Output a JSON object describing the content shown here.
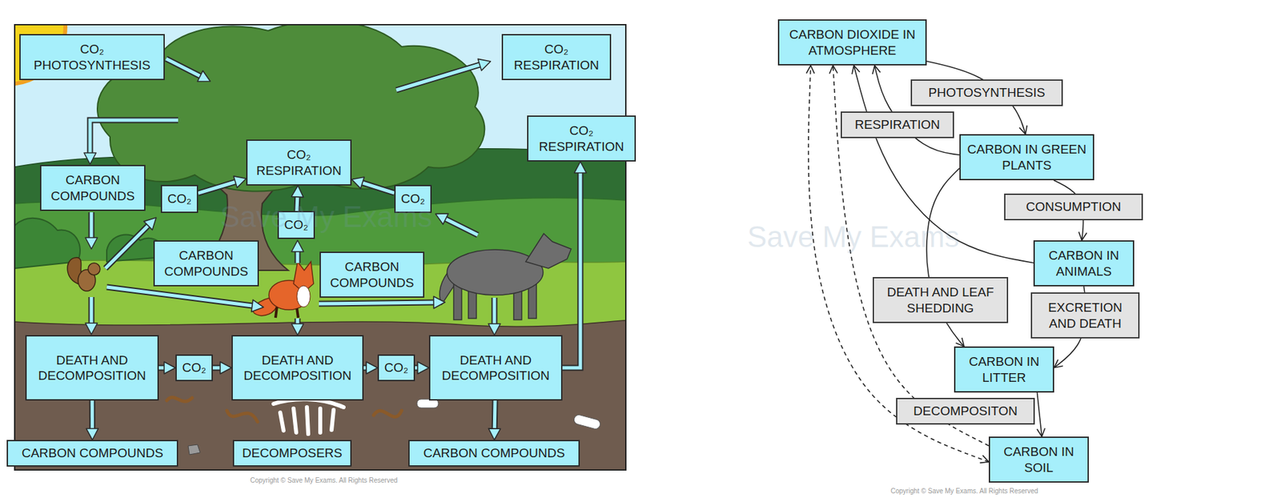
{
  "diagram": {
    "nodes": [
      {
        "text": [
          "CO₂ PHOTOSYNTHESIS"
        ]
      },
      {
        "text": [
          "CO₂ RESPIRATION"
        ]
      },
      {
        "text": [
          "CO₂ RESPIRATION"
        ]
      },
      {
        "text": [
          "CO₂ RESPIRATION"
        ]
      },
      {
        "text": [
          "CARBON COMPOUNDS"
        ]
      },
      {
        "text": [
          "CO₂"
        ]
      },
      {
        "text": [
          "CO₂"
        ]
      },
      {
        "text": [
          "CO₂"
        ]
      },
      {
        "text": [
          "CARBON COMPOUNDS"
        ]
      },
      {
        "text": [
          "CARBON COMPOUNDS"
        ]
      },
      {
        "text": [
          "DEATH AND DECOMPOSITION"
        ]
      },
      {
        "text": [
          "CO₂"
        ]
      },
      {
        "text": [
          "DEATH AND DECOMPOSITION"
        ]
      },
      {
        "text": [
          "CO₂"
        ]
      },
      {
        "text": [
          "DEATH AND DECOMPOSITION"
        ]
      },
      {
        "text": [
          "CARBON COMPOUNDS"
        ]
      },
      {
        "text": [
          "DECOMPOSERS"
        ]
      },
      {
        "text": [
          "CARBON COMPOUNDS"
        ]
      },
      {
        "text": [
          "CARBON DIOXIDE IN ATMOSPHERE"
        ]
      },
      {
        "text": [
          "PHOTOSYNTHESIS"
        ]
      },
      {
        "text": [
          "RESPIRATION"
        ]
      },
      {
        "text": [
          "CARBON IN GREEN PLANTS"
        ]
      },
      {
        "text": [
          "CONSUMPTION"
        ]
      },
      {
        "text": [
          "CARBON IN ANIMALS"
        ]
      },
      {
        "text": [
          "DEATH AND LEAF SHEDDING"
        ]
      },
      {
        "text": [
          "EXCRETION AND DEATH"
        ]
      },
      {
        "text": [
          "CARBON IN LITTER"
        ]
      },
      {
        "text": [
          "DECOMPOSITON"
        ]
      },
      {
        "text": [
          "CARBON IN SOIL"
        ]
      }
    ],
    "edges": [
      {
        "from": 5,
        "to": 3,
        "arrow": "to"
      },
      {
        "from": 7,
        "to": 3,
        "arrow": "to"
      },
      {
        "from": 6,
        "to": 3,
        "arrow": "to"
      },
      {
        "from": 10,
        "to": 11,
        "arrow": "to"
      },
      {
        "from": 11,
        "to": 12,
        "arrow": "to"
      },
      {
        "from": 12,
        "to": 13,
        "arrow": "to"
      },
      {
        "from": 13,
        "to": 14,
        "arrow": "to"
      },
      {
        "from": 14,
        "to": 2,
        "arrow": "to"
      },
      {
        "from": 10,
        "to": 15,
        "arrow": "to"
      },
      {
        "from": 14,
        "to": 17,
        "arrow": "to"
      },
      {
        "from": 18,
        "to": 21,
        "arrow": "to"
      },
      {
        "from": 21,
        "to": 18,
        "arrow": "to"
      },
      {
        "from": 23,
        "to": 18,
        "arrow": "to"
      },
      {
        "from": 21,
        "to": 23,
        "arrow": "to"
      },
      {
        "from": 21,
        "to": 26,
        "arrow": "to"
      },
      {
        "from": 23,
        "to": 26,
        "arrow": "to"
      },
      {
        "from": 26,
        "to": 28,
        "arrow": "to"
      },
      {
        "from": 28,
        "to": 18,
        "arrow": "both"
      },
      {
        "from": 28,
        "to": 18,
        "arrow": "to"
      }
    ],
    "labels": [
      "Save My Exams",
      "Copyright © Save My Exams. All Rights Reserved",
      "Save My Exams",
      "Copyright © Save My Exams. All Rights Reserved"
    ]
  }
}
